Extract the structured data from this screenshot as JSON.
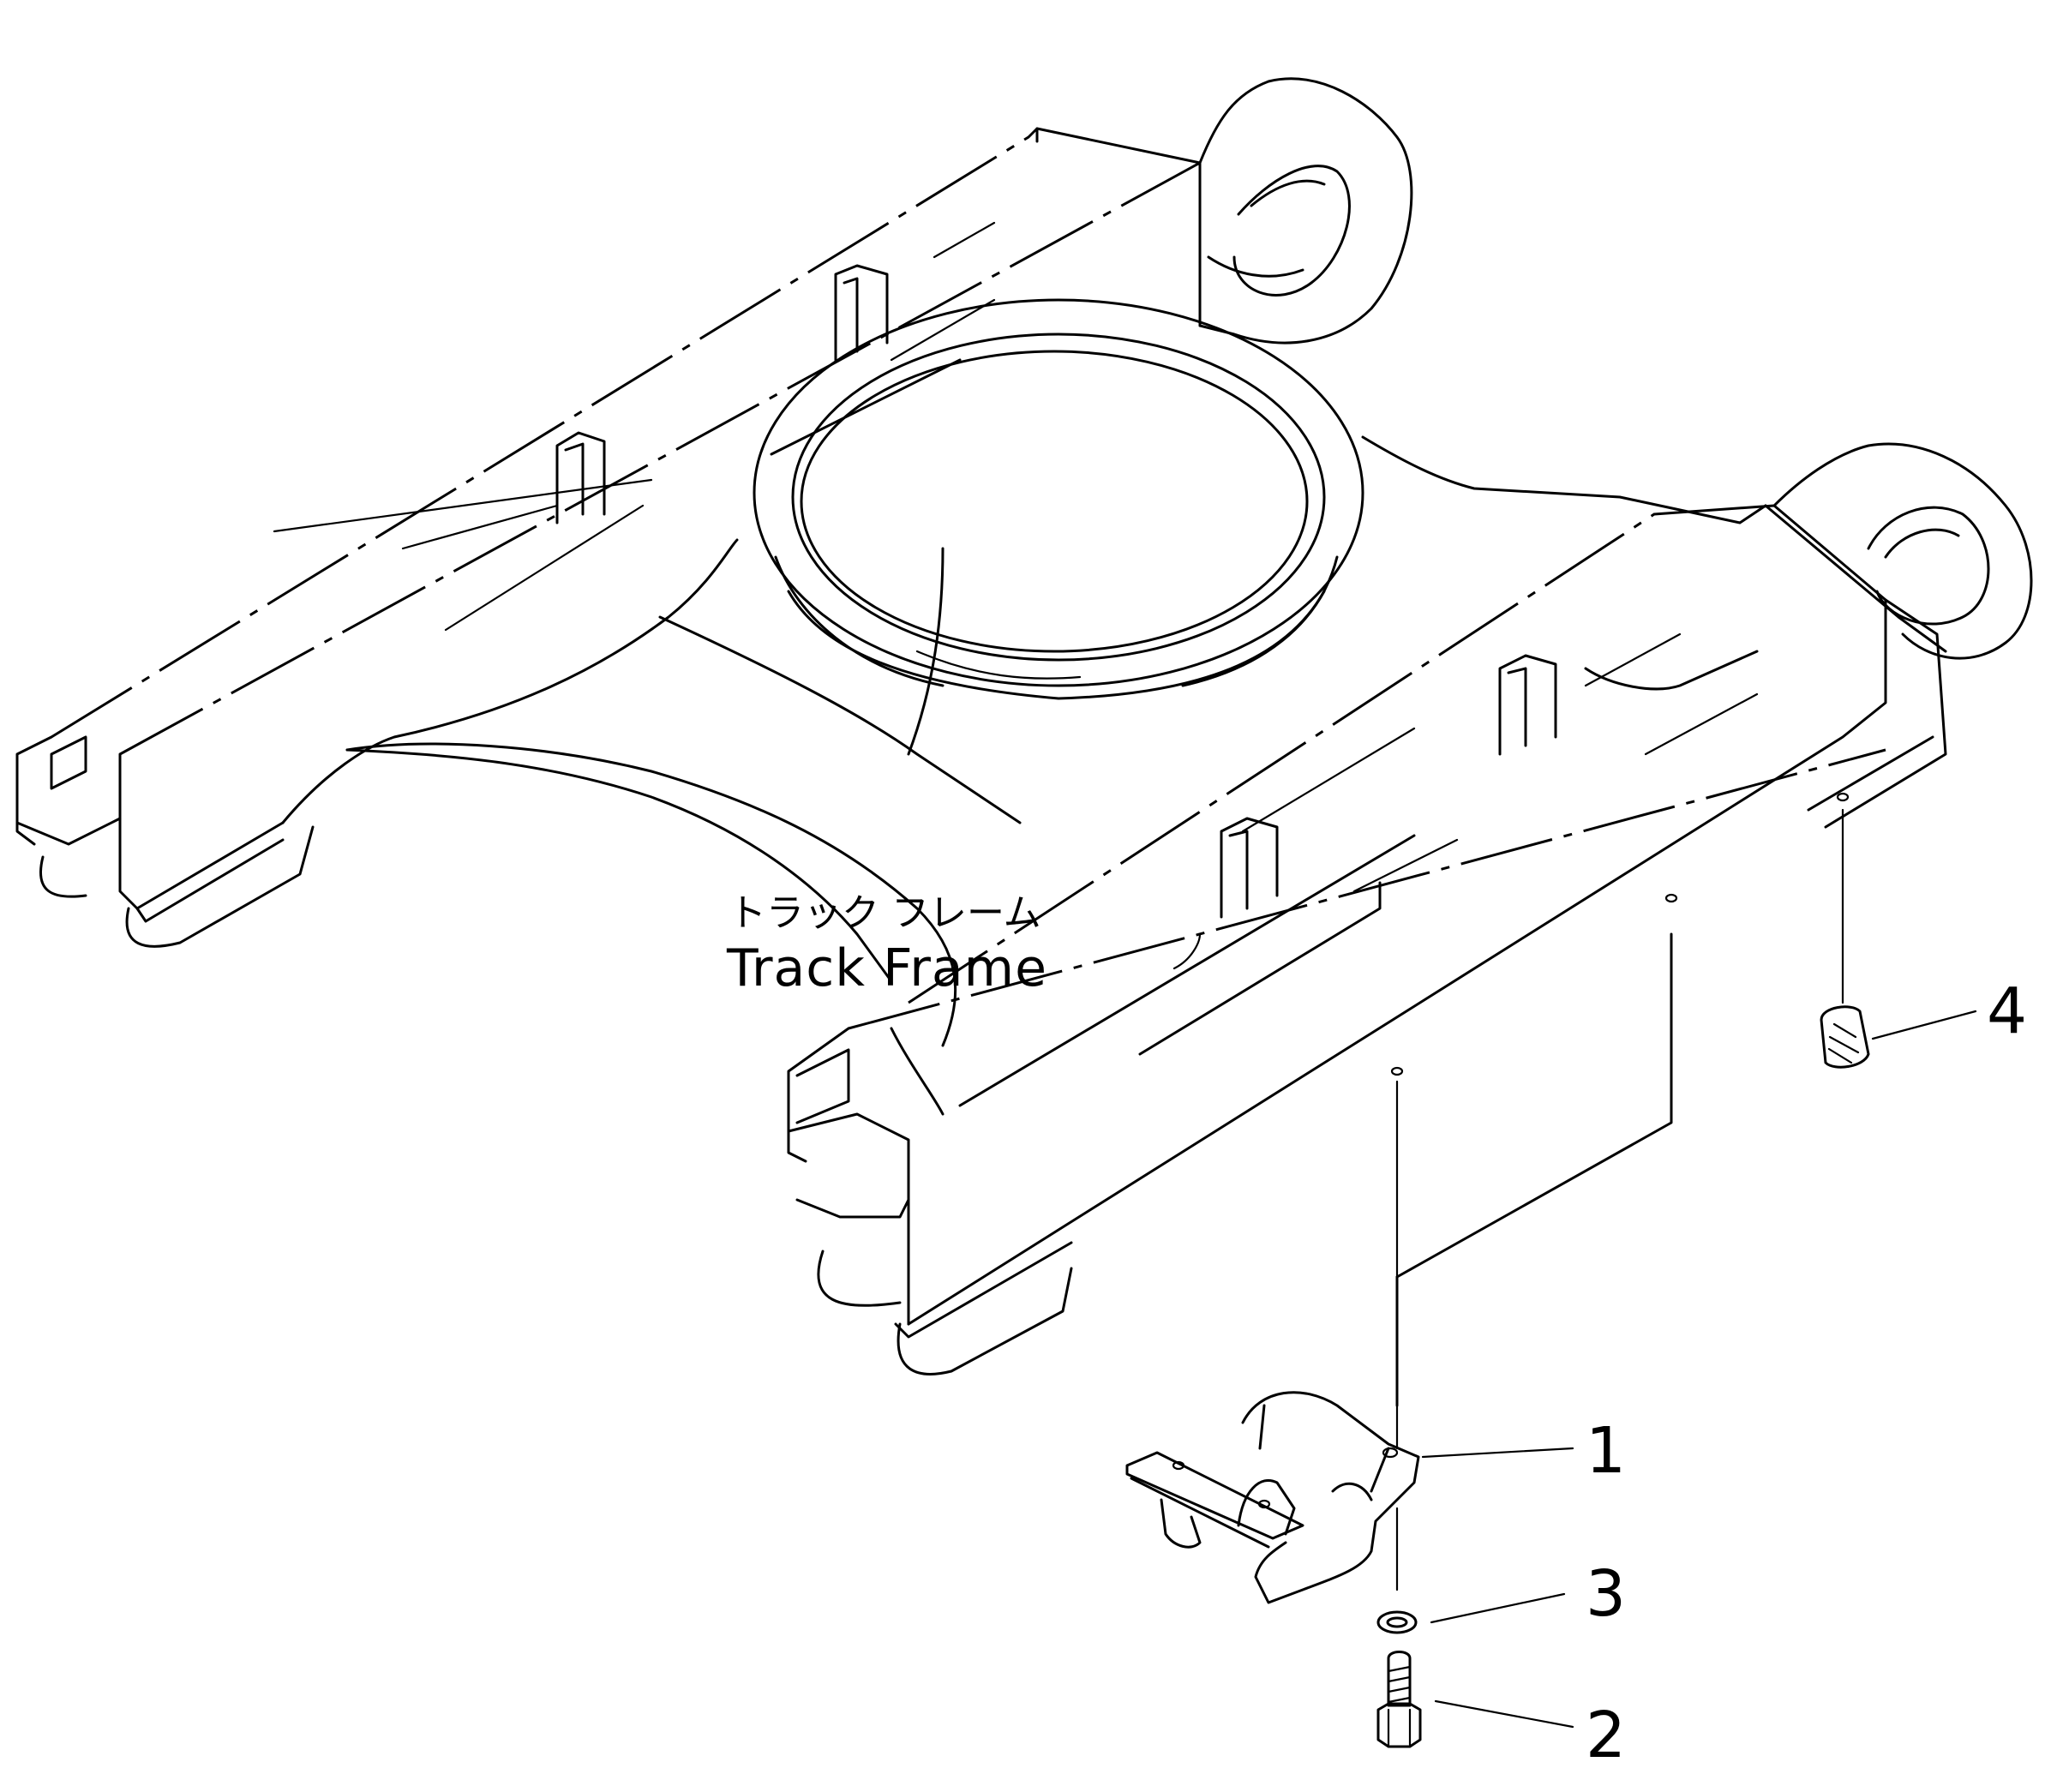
{
  "diagram": {
    "assembly_label_jp": "トラック フレーム",
    "assembly_label_en": "Track Frame",
    "callouts": [
      {
        "id": "1",
        "label": "1"
      },
      {
        "id": "2",
        "label": "2"
      },
      {
        "id": "3",
        "label": "3"
      },
      {
        "id": "4",
        "label": "4"
      }
    ]
  }
}
